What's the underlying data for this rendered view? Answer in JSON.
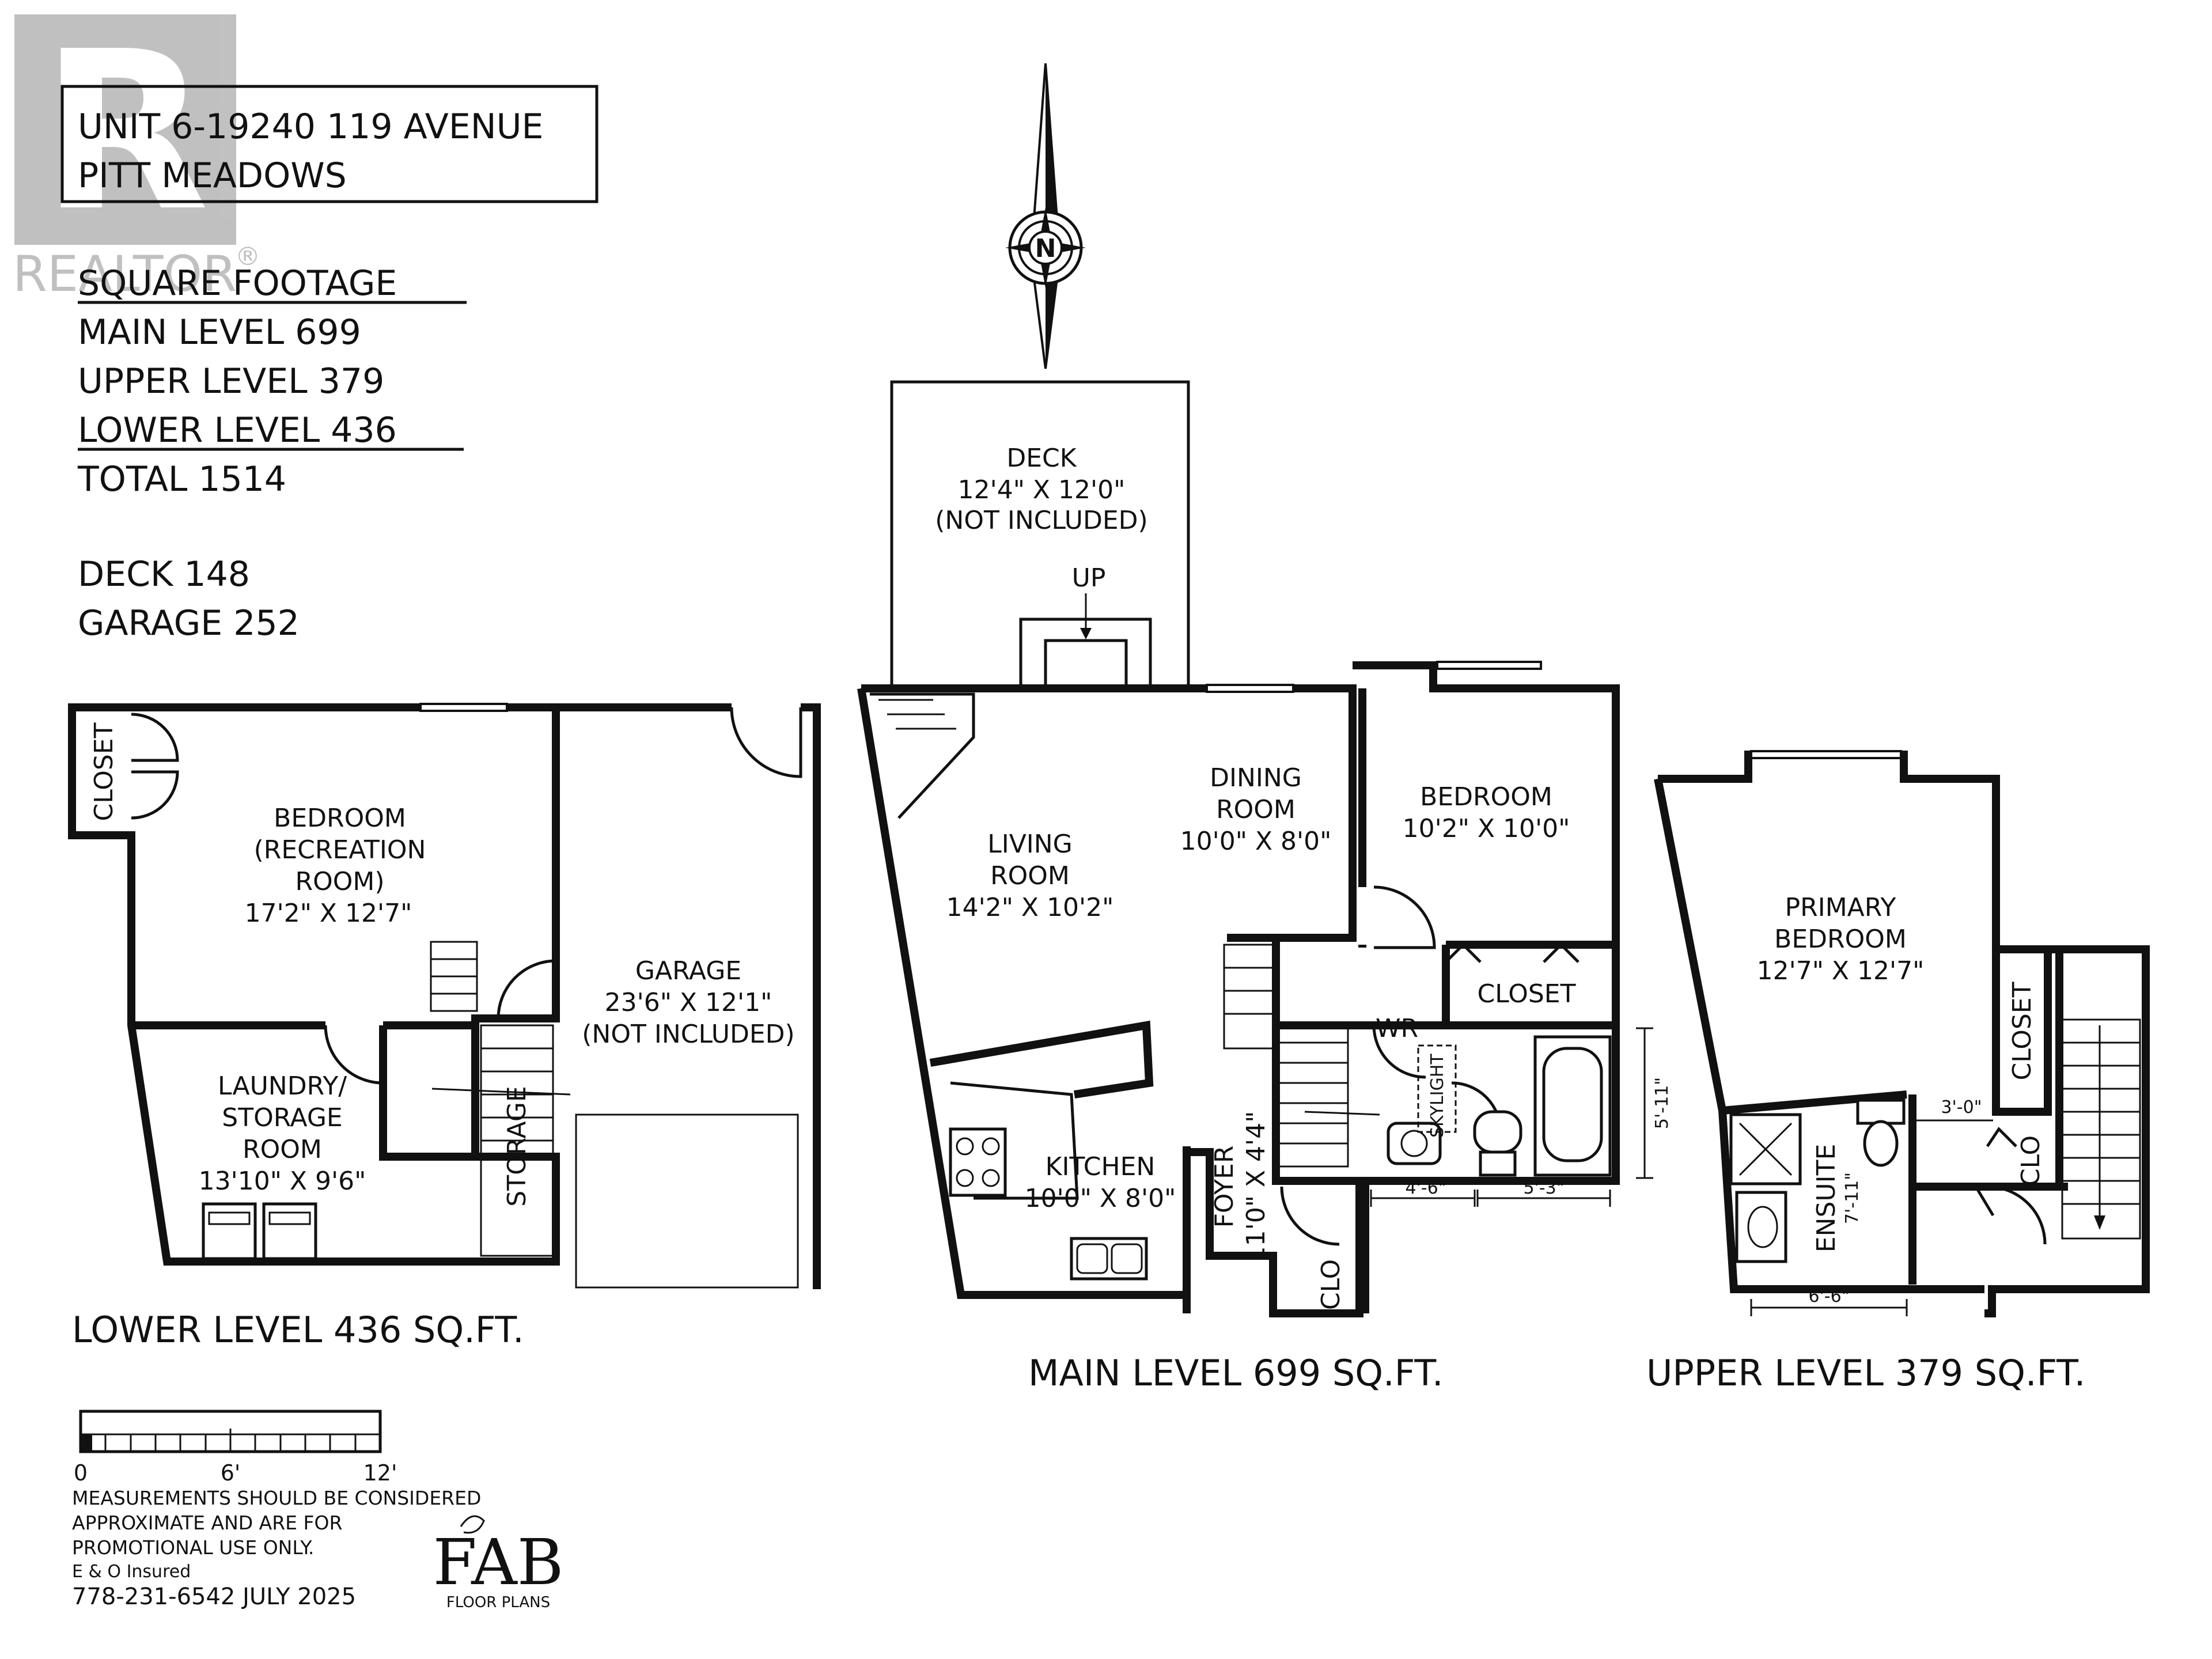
{
  "watermark": {
    "brand_text": "REALTOR",
    "brand_symbol": "®"
  },
  "title_block": {
    "line1": "UNIT 6-19240 119 AVENUE",
    "line2": "PITT MEADOWS"
  },
  "square_footage": {
    "heading": "SQUARE FOOTAGE",
    "main": "MAIN LEVEL 699",
    "upper": "UPPER LEVEL 379",
    "lower": "LOWER LEVEL 436",
    "total": "TOTAL 1514",
    "deck": "DECK 148",
    "garage": "GARAGE 252"
  },
  "compass": {
    "label": "N"
  },
  "lower_level": {
    "caption": "LOWER LEVEL 436 SQ.FT.",
    "closet": "CLOSET",
    "bedroom": [
      "BEDROOM",
      "(RECREATION",
      "ROOM)",
      "17'2\" X 12'7\""
    ],
    "laundry": [
      "LAUNDRY/",
      "STORAGE",
      "ROOM",
      "13'10\" X 9'6\""
    ],
    "storage": "STORAGE",
    "garage": [
      "GARAGE",
      "23'6\" X 12'1\"",
      "(NOT INCLUDED)"
    ]
  },
  "main_level": {
    "caption": "MAIN LEVEL 699 SQ.FT.",
    "deck": [
      "DECK",
      "12'4\" X 12'0\"",
      "(NOT INCLUDED)"
    ],
    "up": "UP",
    "living": [
      "LIVING",
      "ROOM",
      "14'2\" X 10'2\""
    ],
    "dining": [
      "DINING",
      "ROOM",
      "10'0\" X 8'0\""
    ],
    "bedroom": [
      "BEDROOM",
      "10'2\" X 10'0\""
    ],
    "closet": "CLOSET",
    "wr": "WR",
    "skylight": "SKYLIGHT",
    "kitchen": [
      "KITCHEN",
      "10'0\" X 8'0\""
    ],
    "foyer": "FOYER",
    "foyer_dims": "11'0\" X 4'4\"",
    "clo": "CLO",
    "dim_1": "4'-6\"",
    "dim_2": "5'-3\"",
    "dim_3": "5'-11\""
  },
  "upper_level": {
    "caption": "UPPER LEVEL 379 SQ.FT.",
    "primary": [
      "PRIMARY",
      "BEDROOM",
      "12'7\" X 12'7\""
    ],
    "closet": "CLOSET",
    "clo": "CLO",
    "ensuite": "ENSUITE",
    "ensuite_dim": "7'-11\"",
    "dim_width": "6'-6\"",
    "dim_door": "3'-0\""
  },
  "scale": {
    "ticks": [
      "0",
      "6'",
      "12'"
    ]
  },
  "disclaimer": {
    "line1": "MEASUREMENTS SHOULD BE CONSIDERED",
    "line2": "APPROXIMATE AND ARE FOR",
    "line3": "PROMOTIONAL USE ONLY.",
    "line4": "E & O Insured",
    "line5": "778-231-6542  JULY 2025"
  },
  "logo": {
    "text": "FAB",
    "sub": "FLOOR PLANS"
  }
}
